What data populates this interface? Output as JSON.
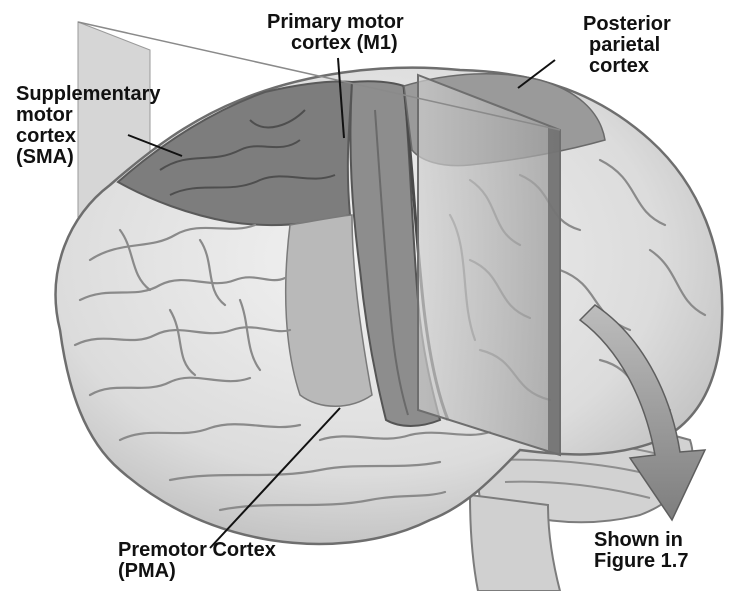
{
  "labels": {
    "m1": [
      "Primary motor",
      "cortex (M1)"
    ],
    "ppc": [
      "Posterior",
      "parietal",
      "cortex"
    ],
    "sma": [
      "Supplementary",
      "motor",
      "cortex",
      "(SMA)"
    ],
    "pma": [
      "Premotor Cortex",
      "(PMA)"
    ],
    "next": [
      "Shown in",
      "Figure 1.7"
    ]
  },
  "colors": {
    "brain_light": "#e8e8e8",
    "brain_shadow": "#c4c4c4",
    "gyrus_line": "#8a8a8a",
    "motor_region": "#8c8c8c",
    "motor_dark": "#6c6c6c",
    "sma_region": "#7a7a7a",
    "plane": "#a8a8a8",
    "arrow": "#9a9a9a"
  }
}
